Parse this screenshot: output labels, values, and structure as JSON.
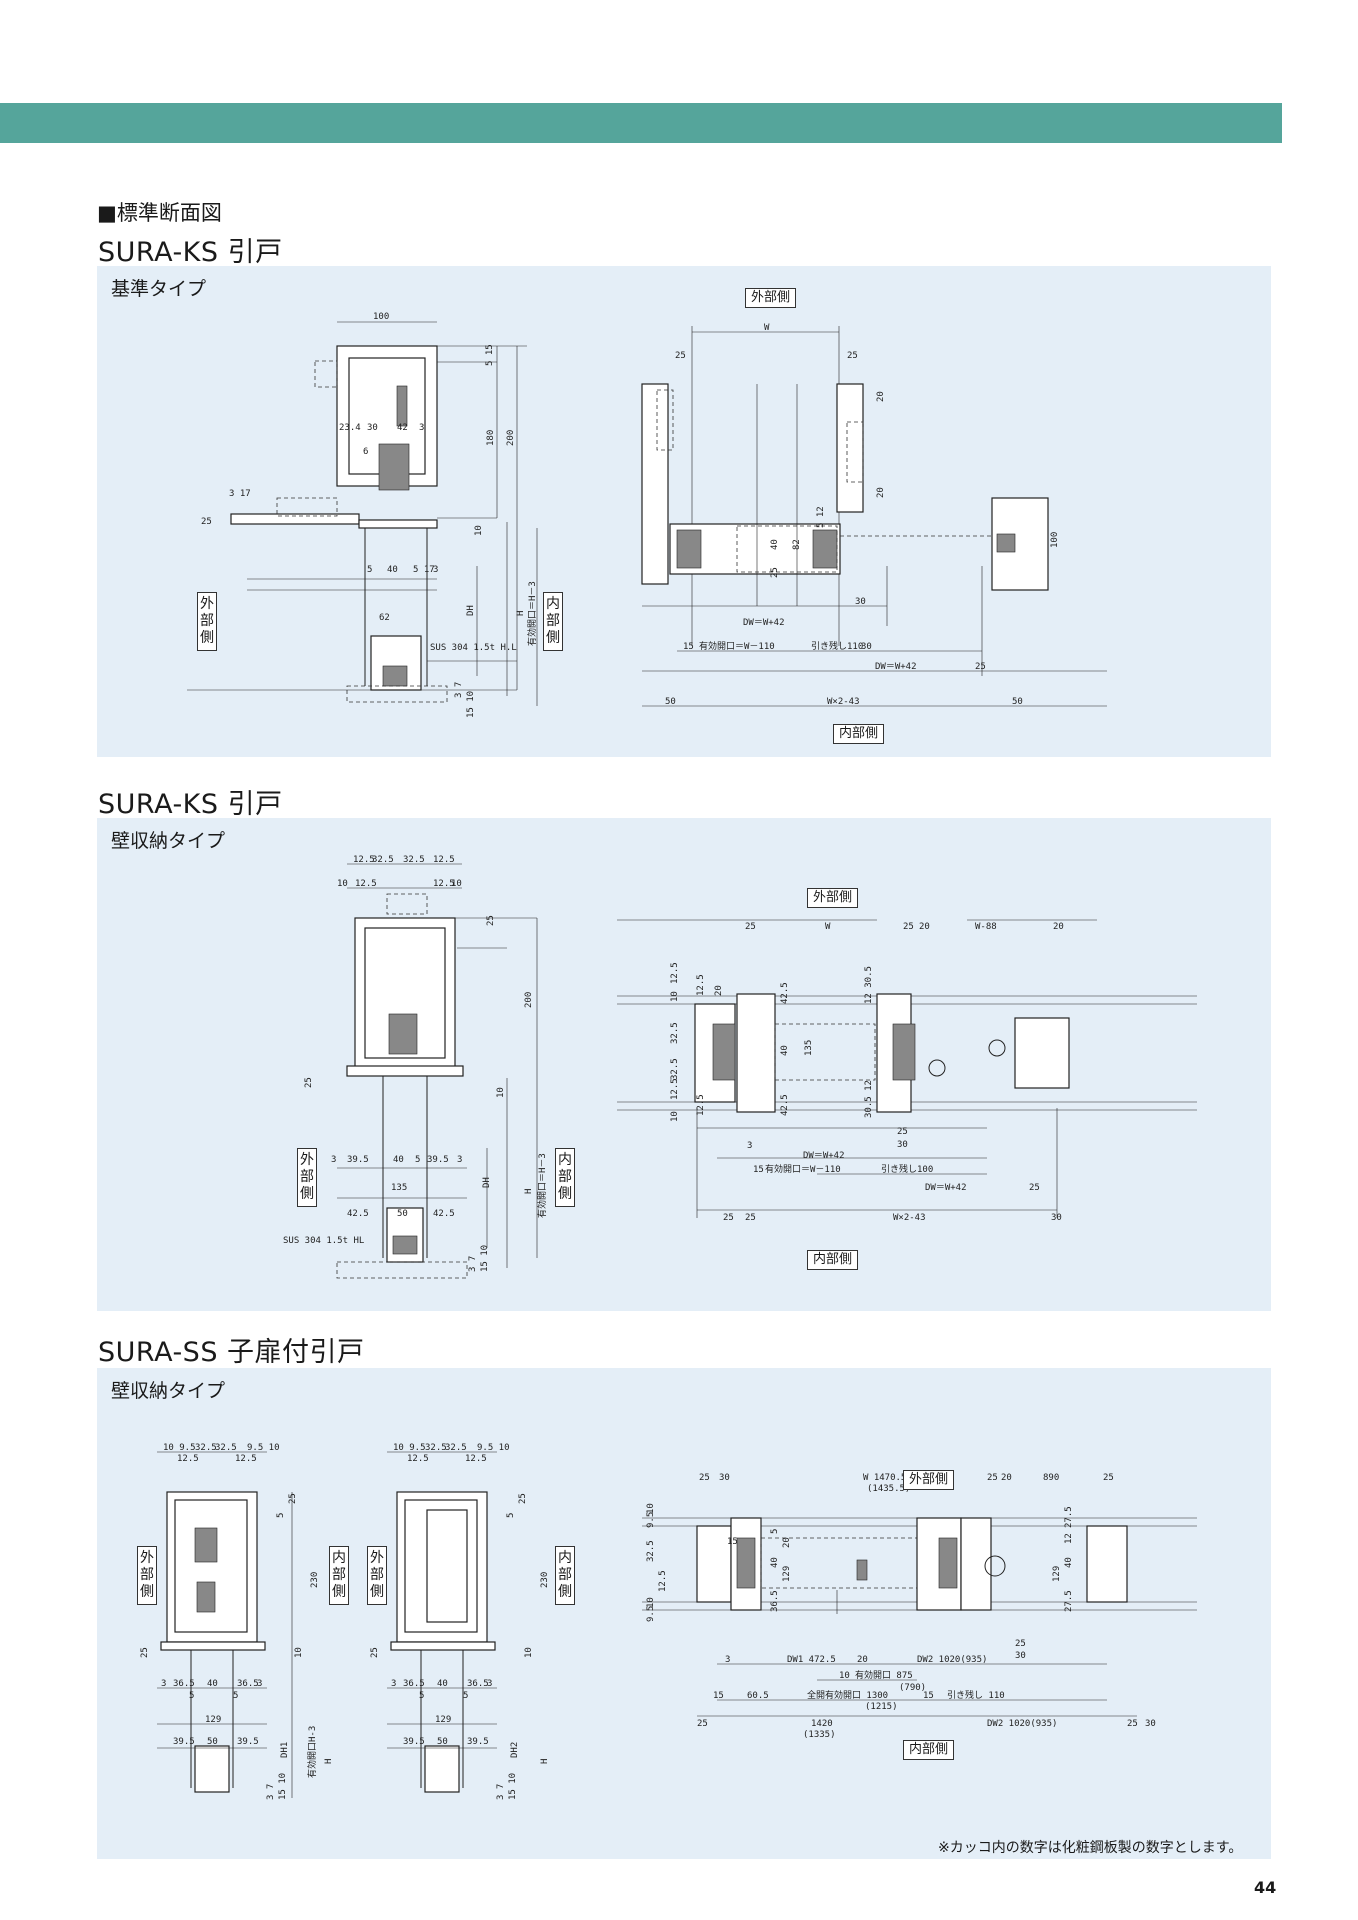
{
  "header": {
    "section_heading": "■標準断面図"
  },
  "sections": [
    {
      "title": "SURA-KS 引戸",
      "type_label": "基準タイプ",
      "outer_label": "外部側",
      "inner_label": "内部側",
      "side_outer": "外部側",
      "side_inner": "内部側",
      "material_note": "SUS 304 1.5t H.L",
      "dims_section": [
        "100",
        "23.4",
        "30",
        "42",
        "3",
        "6",
        "3 17",
        "25",
        "5",
        "40",
        "5 17",
        "3",
        "62",
        "5 15",
        "180",
        "200",
        "10",
        "DH",
        "H",
        "有効開口＝H－3",
        "3 7",
        "15 10"
      ],
      "dims_plan": [
        "W",
        "25",
        "25",
        "20",
        "20",
        "5 12",
        "40",
        "82",
        "25",
        "100",
        "30",
        "DW＝W+42",
        "15",
        "有効開口＝W－110",
        "引き残し110",
        "30",
        "DW＝W+42",
        "25",
        "50",
        "W×2-43",
        "50"
      ]
    },
    {
      "title": "SURA-KS 引戸",
      "type_label": "壁収納タイプ",
      "outer_label": "外部側",
      "inner_label": "内部側",
      "side_outer": "外部側",
      "side_inner": "内部側",
      "material_note": "SUS 304 1.5t HL",
      "dims_section": [
        "12.5",
        "32.5",
        "32.5",
        "12.5",
        "10",
        "12.5",
        "12.5",
        "10",
        "25",
        "200",
        "25",
        "10",
        "3",
        "39.5",
        "40",
        "5",
        "39.5",
        "3",
        "135",
        "42.5",
        "50",
        "42.5",
        "DH",
        "H",
        "有効開口＝H－3",
        "3 7",
        "15 10"
      ],
      "dims_plan": [
        "25",
        "W",
        "25",
        "20",
        "W-88",
        "20",
        "12.5",
        "10",
        "12.5",
        "20",
        "42.5",
        "12 30.5",
        "32.5",
        "40",
        "135",
        "32.5",
        "12.5",
        "30.5 12",
        "42.5",
        "12.5",
        "10",
        "25",
        "30",
        "3",
        "DW＝W+42",
        "15",
        "有効開口＝W－110",
        "引き残し100",
        "DW＝W+42",
        "25",
        "25",
        "25",
        "W×2-43",
        "30"
      ]
    },
    {
      "title": "SURA-SS 子扉付引戸",
      "type_label": "壁収納タイプ",
      "outer_label": "外部側",
      "inner_label": "内部側",
      "side_outer": "外部側",
      "side_inner": "内部側",
      "dims_section_1": [
        "10 9.5",
        "32.5",
        "32.5",
        "9.5 10",
        "12.5",
        "12.5",
        "5",
        "25",
        "230",
        "10",
        "25",
        "3",
        "36.5",
        "40",
        "36.5",
        "3",
        "5",
        "5",
        "129",
        "39.5",
        "50",
        "39.5",
        "DH1",
        "有効開口H-3",
        "H",
        "3 7",
        "15 10"
      ],
      "dims_section_2": [
        "10 9.5",
        "32.5",
        "32.5",
        "9.5 10",
        "12.5",
        "12.5",
        "5",
        "25",
        "230",
        "10",
        "25",
        "3",
        "36.5",
        "40",
        "36.5",
        "3",
        "5",
        "5",
        "129",
        "39.5",
        "50",
        "39.5",
        "DH2",
        "H",
        "3 7",
        "15 10"
      ],
      "dims_plan": [
        "25",
        "30",
        "W 1470.5",
        "(1435.5)",
        "25",
        "20",
        "890",
        "25",
        "10",
        "9.5",
        "32.5",
        "12.5",
        "15",
        "10",
        "9.5",
        "5",
        "20",
        "40",
        "129",
        "36.5",
        "27.5",
        "12",
        "40",
        "129",
        "27.5",
        "3",
        "DW1 472.5",
        "20",
        "DW2 1020(935)",
        "25",
        "30",
        "10",
        "有効開口 875",
        "(790)",
        "15",
        "60.5",
        "全開有効開口 1300",
        "(1215)",
        "15",
        "引き残し 110",
        "25",
        "1420",
        "(1335)",
        "DW2 1020(935)",
        "25",
        "30"
      ]
    }
  ],
  "footer": {
    "note": "※カッコ内の数字は化粧鋼板製の数字とします。",
    "page_number": "44"
  }
}
